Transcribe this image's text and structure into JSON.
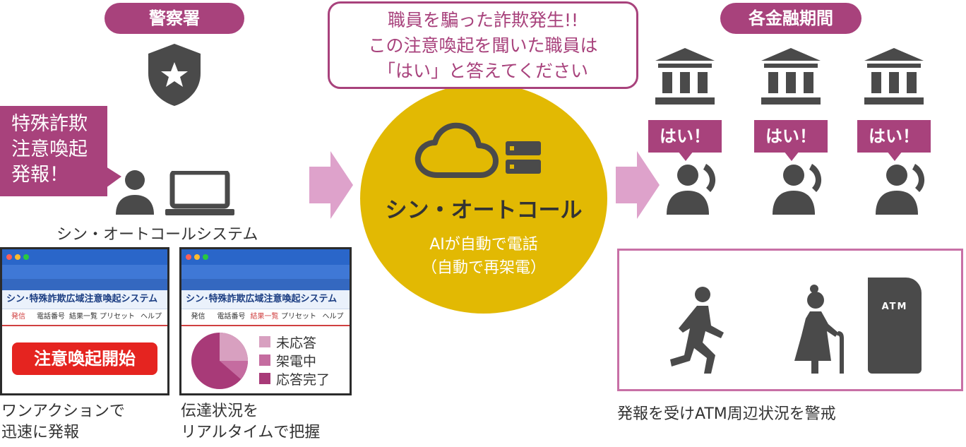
{
  "police": {
    "label": "警察署",
    "callout_lines": [
      "特殊詐欺",
      "注意喚起",
      "発報！"
    ]
  },
  "system": {
    "label": "シン・オートコールシステム",
    "screen1": {
      "title": "シン･特殊詐欺広域注意喚起システム",
      "tabs": [
        "発信",
        "電話番号",
        "結果一覧",
        "プリセット",
        "ヘルプ"
      ],
      "button": "注意喚起開始",
      "caption_lines": [
        "ワンアクションで",
        "迅速に発報"
      ]
    },
    "screen2": {
      "title": "シン･特殊詐欺広域注意喚起システム",
      "tabs": [
        "発信",
        "電話番号",
        "結果一覧",
        "プリセット",
        "ヘルプ"
      ],
      "legend": [
        "未応答",
        "架電中",
        "応答完了"
      ],
      "caption_lines": [
        "伝達状況を",
        "リアルタイムで把握"
      ]
    }
  },
  "center": {
    "notice_lines": [
      "職員を騙った詐欺発生!!",
      "この注意喚起を聞いた職員は",
      "「はい」と答えてください"
    ],
    "service_name": "シン・オートコール",
    "service_desc_lines": [
      "AIが自動で電話",
      "（自動で再架電）"
    ]
  },
  "banks": {
    "label": "各金融期間",
    "responses": [
      "はい！",
      "はい！",
      "はい！"
    ],
    "atm_label": "ATM",
    "caption": "発報を受けATM周辺状況を警戒"
  },
  "colors": {
    "magenta": "#a8427c",
    "pink_arrow": "#dea2cb",
    "gold": "#e2b903",
    "dark_gray": "#4a4a4a",
    "alert_red": "#e52420"
  }
}
